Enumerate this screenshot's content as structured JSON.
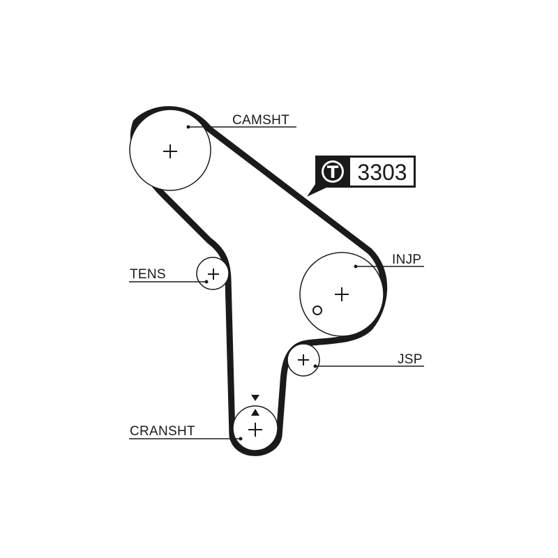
{
  "labels": {
    "camshaft": "CAMSHT",
    "injection_pump": "INJP",
    "tensioner": "TENS",
    "jsp": "JSP",
    "crankshaft": "CRANSHT"
  },
  "badge": {
    "letter": "T",
    "part_number": "3303"
  },
  "colors": {
    "belt": "#1a1a1a",
    "line": "#1a1a1a",
    "background": "#ffffff"
  }
}
